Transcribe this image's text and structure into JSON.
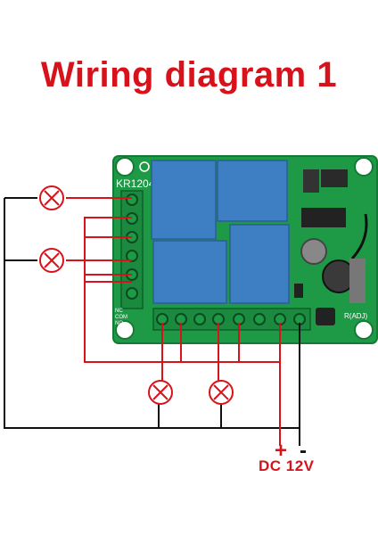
{
  "title": "Wiring diagram 1",
  "board": {
    "model": "KR1204",
    "terminal_labels": [
      "NC",
      "COM",
      "NO"
    ],
    "adj_label": "R(ADJ)"
  },
  "power": {
    "plus": "+",
    "minus": "-",
    "label": "DC 12V"
  },
  "colors": {
    "title": "#d8121b",
    "wire_positive": "#d8121b",
    "wire_negative": "#111111",
    "pcb": "#1e9a47",
    "relay": "#3d7fc2"
  },
  "lamp_icon": "lamp-x-icon"
}
